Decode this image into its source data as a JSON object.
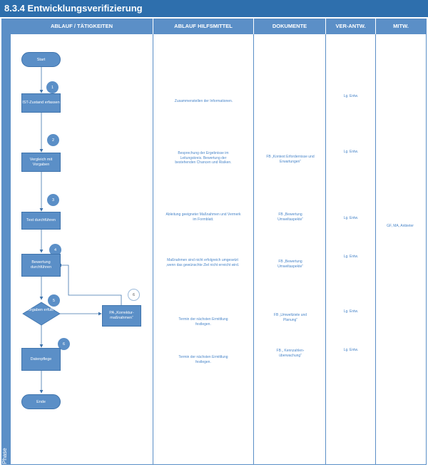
{
  "title": "8.3.4 Entwicklungsverifizierung",
  "phase_label": "Phase",
  "headers": {
    "col1": "ABLAUF / TÄTIGKEITEN",
    "col2": "ABLAUF HILFSMITTEL",
    "col3": "DOKUMENTE",
    "col4": "VER-ANTW.",
    "col5": "MITW."
  },
  "flow": {
    "start": "Start",
    "end": "Ende",
    "steps": [
      {
        "num": "1",
        "label": "IST-Zustand erfassen"
      },
      {
        "num": "2",
        "label": "Vergleich mit Vorgaben"
      },
      {
        "num": "3",
        "label": "Test durchführen"
      },
      {
        "num": "4",
        "label": "Bewertung durchführen"
      },
      {
        "num": "5",
        "label": "Vorgaben erfüllt ?"
      },
      {
        "num": "6",
        "label": "PA „Korrektur-maßnahmen“"
      },
      {
        "num": "6",
        "label": "Datenpflege"
      }
    ]
  },
  "hilfsmittel": [
    "Zusammenstellen der Informationen.",
    "Besprechung der Ergebnisse im Leitungskreis. Bewertung der bestehenden Chancen und Risiken.",
    "Ableitung geeigneter Maßnahmen und Vermerk im Formblatt.",
    "Maßnahmen sind nicht erfolgreich umgesetzt ,wenn das gewünschte Ziel nicht erreicht wird.",
    "Termin der nächsten Ermittlung festlegen.",
    "Termin der nächsten Ermittlung festlegen."
  ],
  "dokumente": [
    "FB „Kontext Erfordernisse und Erwartungen“",
    "FB „Bewertung Umweltaspekte“",
    "FB „Bewertung Umweltaspekte“",
    "FB „Umweltziele und Planung“",
    "FB „ Kennzahlen-überwachung“"
  ],
  "verantwortung": [
    "Lg. Entw.",
    "Lg. Entw.",
    "Lg. Entw.",
    "Lg. Entw.",
    "Lg. Entw.",
    "Lg. Entw."
  ],
  "mitwirkung": "GF, MA, Anbieter"
}
